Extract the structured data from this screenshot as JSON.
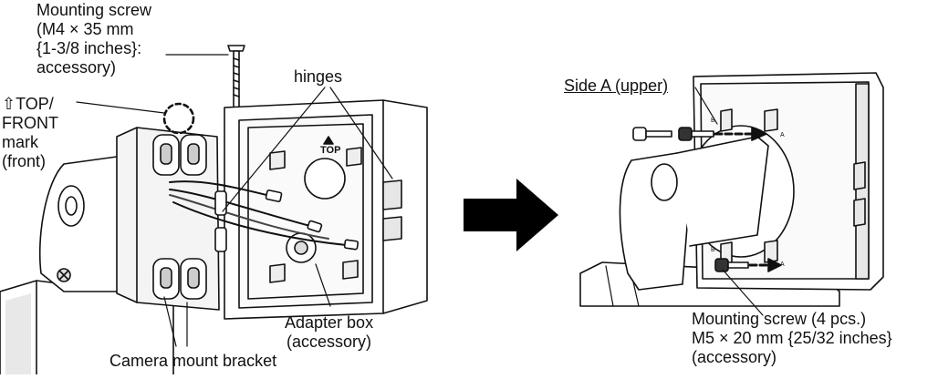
{
  "left_figure": {
    "mounting_screw_label": [
      "Mounting screw",
      "(M4 × 35 mm",
      "{1-3/8 inches}:",
      "accessory)"
    ],
    "top_front_label": [
      "⇧TOP/",
      "FRONT",
      "mark",
      "(front)"
    ],
    "hinges_label": "hinges",
    "adapter_box_label": [
      "Adapter box",
      "(accessory)"
    ],
    "bracket_label": "Camera mount bracket",
    "box_top_mark": "TOP"
  },
  "right_figure": {
    "side_a_label": "Side A (upper)",
    "screw_label": [
      "Mounting screw (4 pcs.)",
      "M5 × 20 mm {25/32 inches}",
      "(accessory)"
    ],
    "hole_letter_b": "B",
    "hole_letter_a": "A"
  },
  "colors": {
    "line": "#111111",
    "shade": "#dcdcdc",
    "dark": "#555555",
    "arrow": "#000000"
  },
  "icons": {
    "direction_arrow": "right-arrow-icon",
    "screw": "screw-icon"
  }
}
